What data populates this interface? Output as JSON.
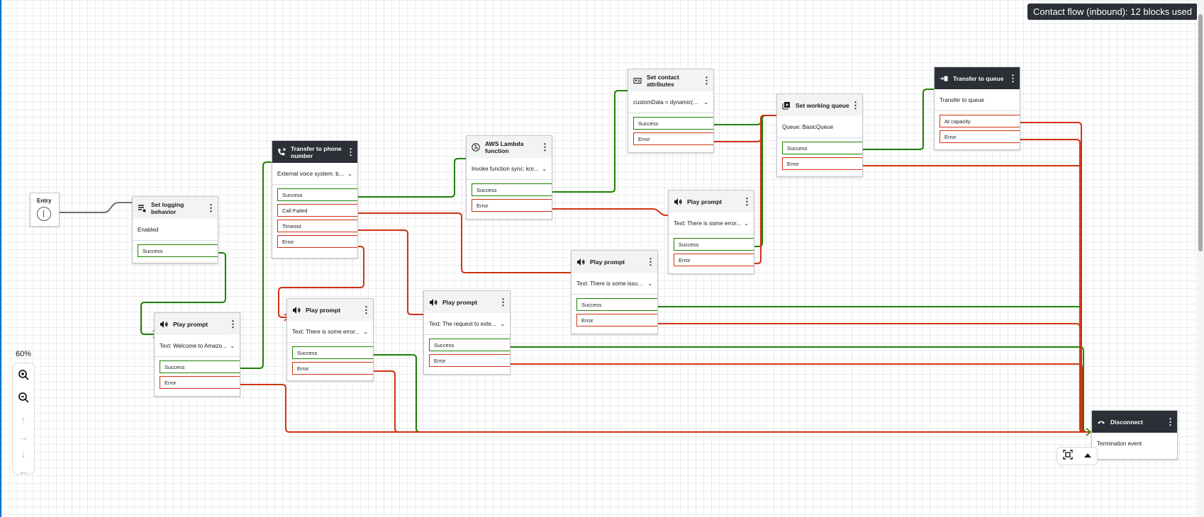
{
  "badge": "Contact flow (inbound): 12 blocks used",
  "zoom": "60%",
  "entry": {
    "label": "Entry"
  },
  "blocks": {
    "logging": {
      "title": "Set logging behavior",
      "param": "Enabled",
      "branches": [
        "Success"
      ]
    },
    "prompt_welcome": {
      "title": "Play prompt",
      "param": "Text: Welcome to Amazo...",
      "branches": [
        "Success",
        "Error"
      ]
    },
    "transfer_phone": {
      "title": "Transfer to phone number",
      "param": "External voice system: ba...",
      "branches": [
        "Success",
        "Call Failed",
        "Timeout",
        "Error"
      ]
    },
    "prompt_error1": {
      "title": "Play prompt",
      "param": "Text: There is some error...",
      "branches": [
        "Success",
        "Error"
      ]
    },
    "prompt_request": {
      "title": "Play prompt",
      "param": "Text: The request to exte...",
      "branches": [
        "Success",
        "Error"
      ]
    },
    "lambda": {
      "title": "AWS Lambda function",
      "param": "Invoke function sync: kor...",
      "branches": [
        "Success",
        "Error"
      ]
    },
    "prompt_issue": {
      "title": "Play prompt",
      "param": "Text: There is some issue...",
      "branches": [
        "Success",
        "Error"
      ]
    },
    "set_attrs": {
      "title": "Set contact attributes",
      "param": "customData = dynamic($....",
      "branches": [
        "Success",
        "Error"
      ]
    },
    "prompt_error2": {
      "title": "Play prompt",
      "param": "Text: There is some error...",
      "branches": [
        "Success",
        "Error"
      ]
    },
    "working_queue": {
      "title": "Set working queue",
      "param": "Queue: BasicQueue",
      "branches": [
        "Success",
        "Error"
      ]
    },
    "transfer_queue": {
      "title": "Transfer to queue",
      "param": "Transfer to queue",
      "branches": [
        "At capacity",
        "Error"
      ]
    },
    "disconnect": {
      "title": "Disconnect",
      "param": "Termination event",
      "branches": []
    }
  },
  "colors": {
    "success": "#1d8102",
    "error": "#d13212",
    "entry": "#687078",
    "dark_header": "#2b2f36"
  },
  "icons": {
    "logging": "logging-icon",
    "prompt": "speaker-icon",
    "transfer_phone": "phone-transfer-icon",
    "lambda": "lambda-icon",
    "set_attrs": "attributes-card-icon",
    "working_queue": "queue-add-icon",
    "transfer_queue": "queue-transfer-icon",
    "disconnect": "hang-up-icon"
  }
}
